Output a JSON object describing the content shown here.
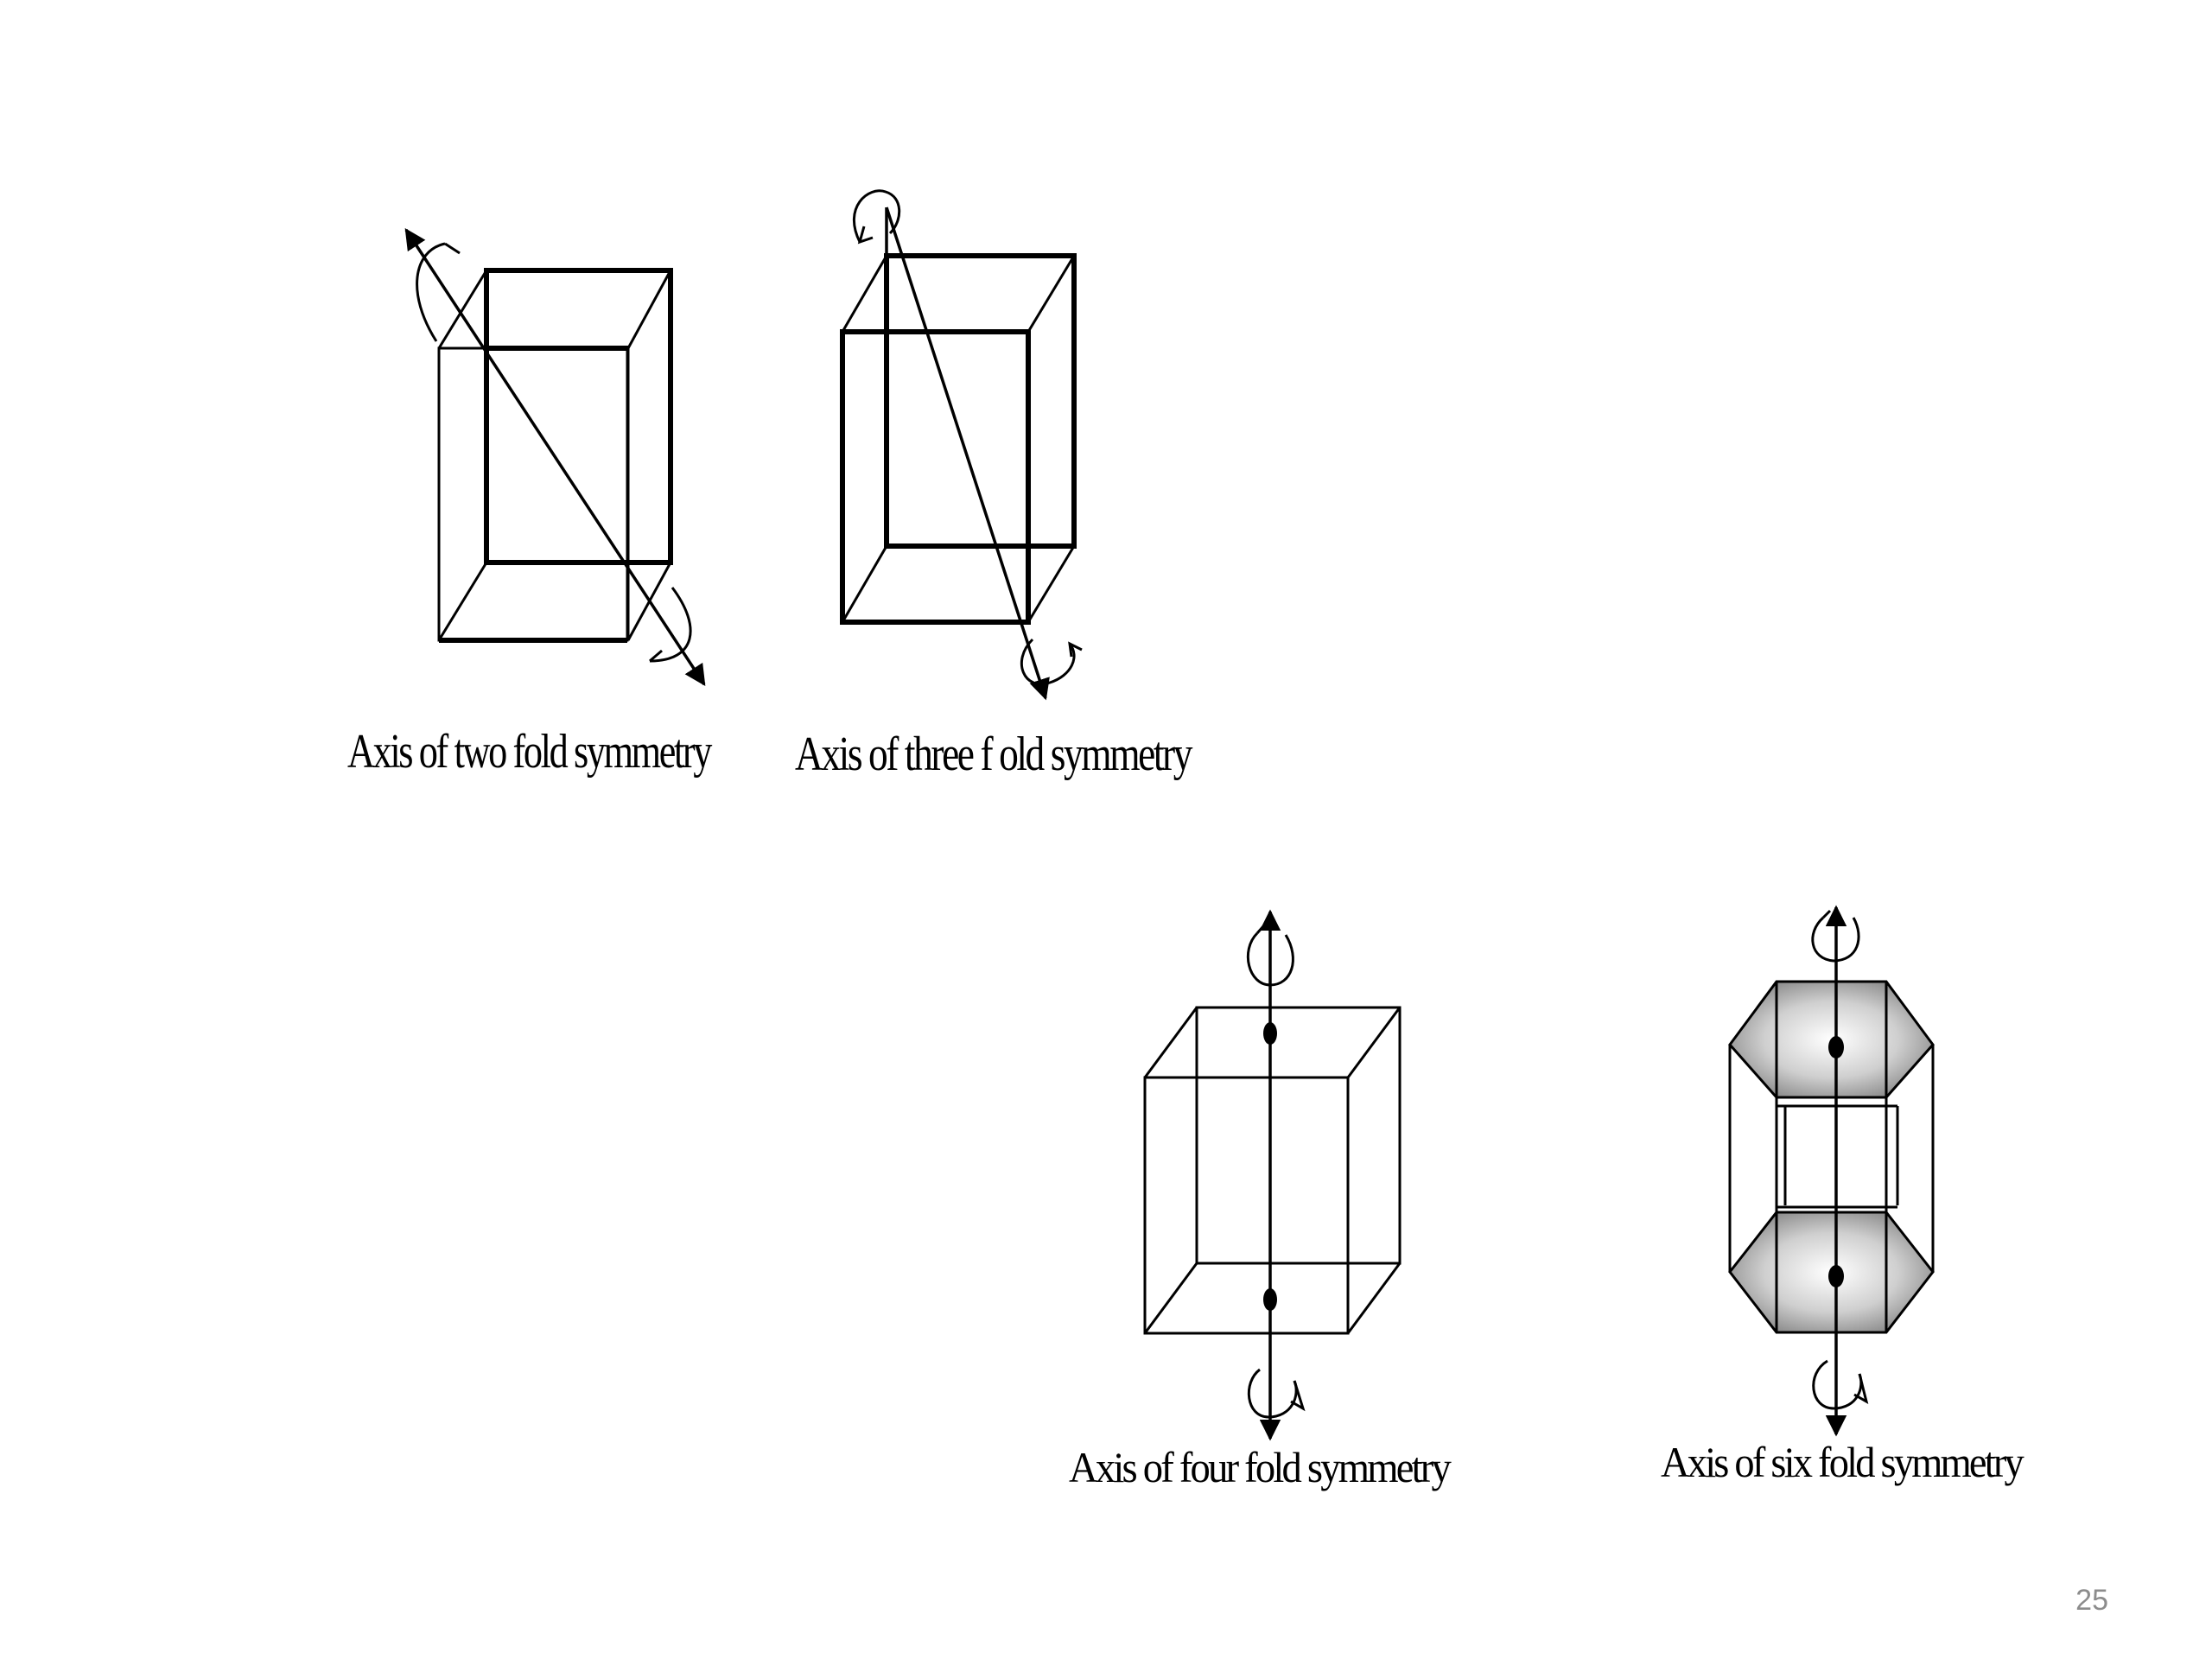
{
  "figures": [
    {
      "id": "two-fold",
      "caption": "Axis of two fold symmetry"
    },
    {
      "id": "three-fold",
      "caption": "Axis of three f old symmetry"
    },
    {
      "id": "four-fold",
      "caption": "Axis of four fold  symmetry"
    },
    {
      "id": "six-fold",
      "caption": "Axis of six fold symmetry"
    }
  ],
  "page_number": "25",
  "colors": {
    "line": "#000000",
    "shading": "#8a8a8a",
    "page_number": "#8c8c8c"
  }
}
